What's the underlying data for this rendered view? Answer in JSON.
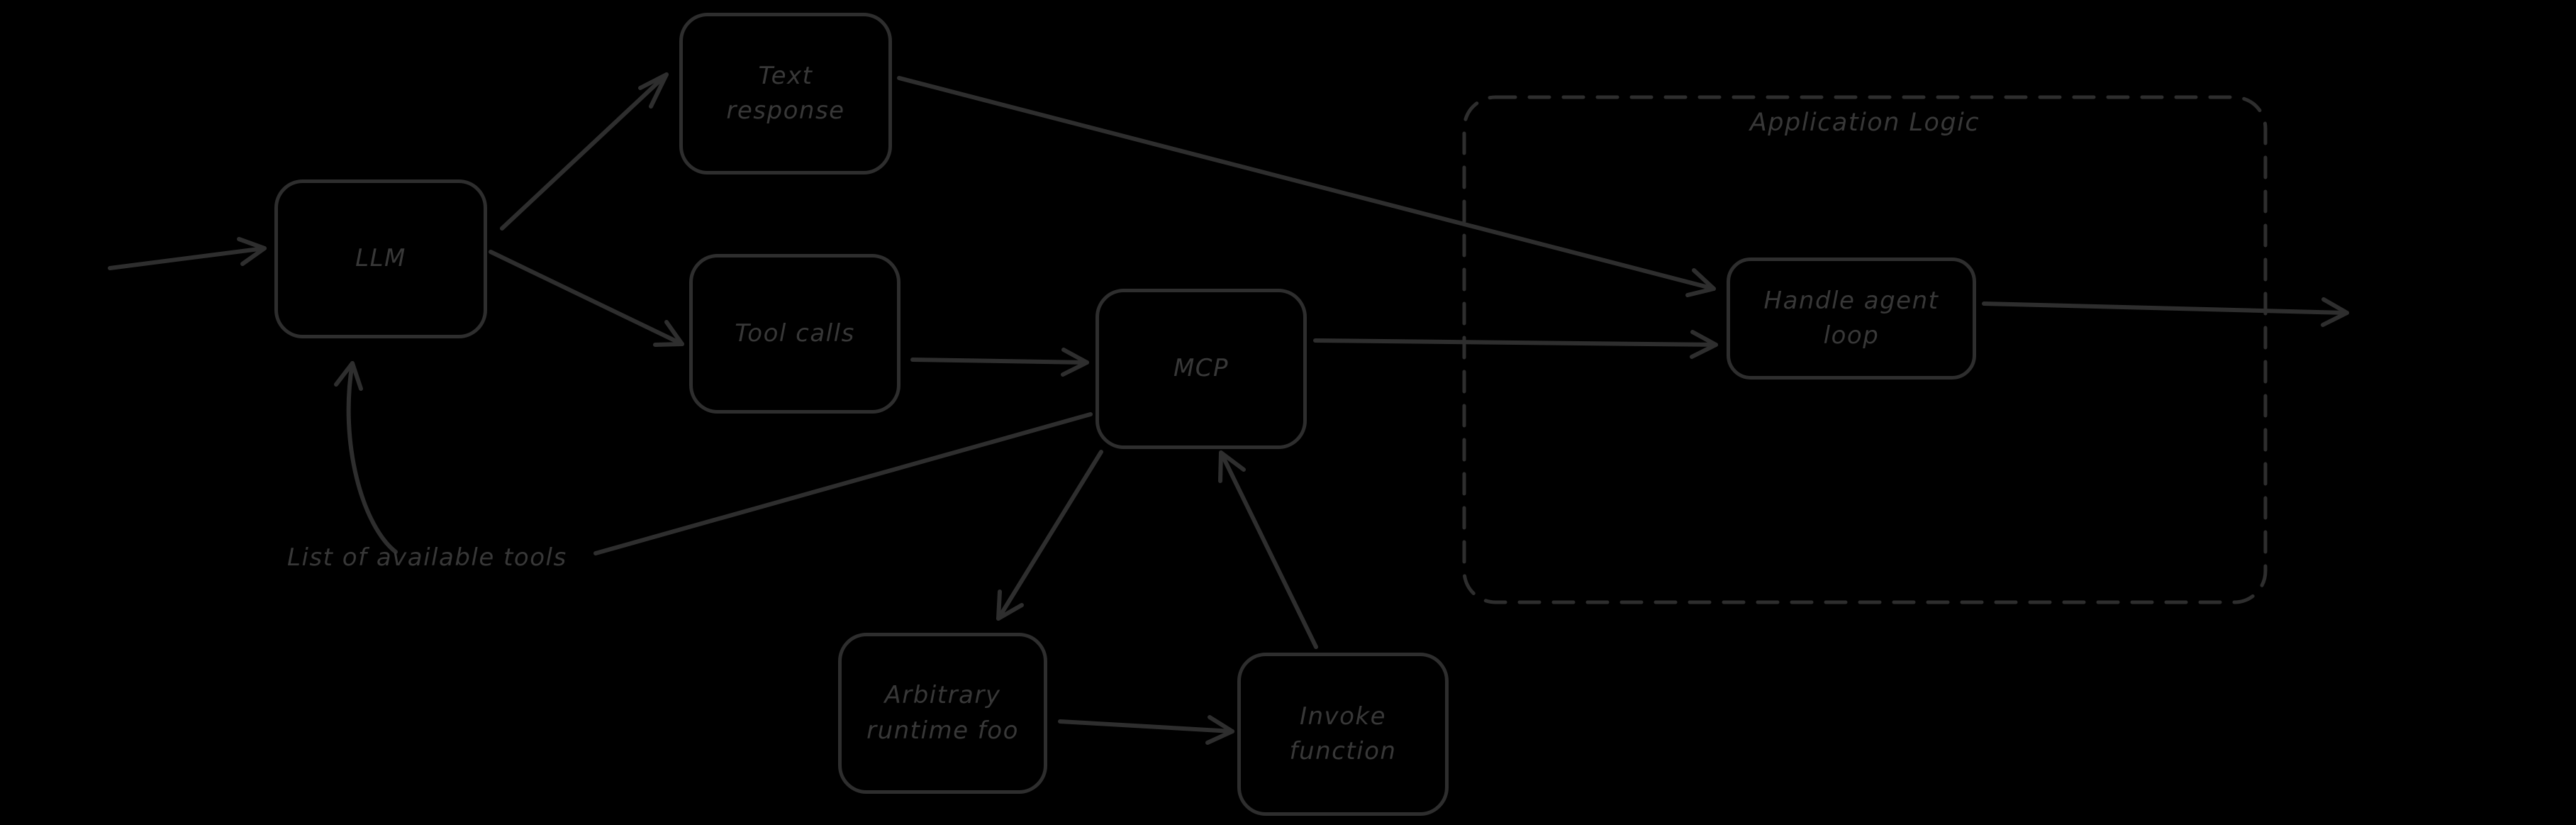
{
  "diagram": {
    "background_color": "#000000",
    "stroke_color": "#2e2e2e",
    "text_color": "#383838",
    "style": "hand-drawn flowchart, dark strokes on black canvas",
    "nodes": {
      "llm": {
        "label": "LLM"
      },
      "text_response": {
        "label": "Text\nresponse"
      },
      "tool_calls": {
        "label": "Tool calls"
      },
      "mcp": {
        "label": "MCP"
      },
      "arbitrary_runtime_foo": {
        "label": "Arbitrary\nruntime foo"
      },
      "invoke_function": {
        "label": "Invoke\nfunction"
      },
      "handle_agent_loop": {
        "label": "Handle agent\nloop"
      },
      "application_logic_group": {
        "label": "Application Logic"
      }
    },
    "annotations": {
      "list_of_available_tools": {
        "label": "List of available tools"
      }
    },
    "edges": [
      {
        "from": "external-left",
        "to": "llm",
        "arrowhead": true
      },
      {
        "from": "llm",
        "to": "text_response",
        "arrowhead": true
      },
      {
        "from": "llm",
        "to": "tool_calls",
        "arrowhead": true
      },
      {
        "from": "text_response",
        "to": "handle_agent_loop",
        "arrowhead": true
      },
      {
        "from": "tool_calls",
        "to": "mcp",
        "arrowhead": true
      },
      {
        "from": "mcp",
        "to": "handle_agent_loop",
        "arrowhead": true
      },
      {
        "from": "handle_agent_loop",
        "to": "external-right",
        "arrowhead": true
      },
      {
        "from": "mcp",
        "to": "arbitrary_runtime_foo",
        "arrowhead": true
      },
      {
        "from": "arbitrary_runtime_foo",
        "to": "invoke_function",
        "arrowhead": true
      },
      {
        "from": "invoke_function",
        "to": "mcp",
        "arrowhead": true
      },
      {
        "from": "mcp",
        "to": "list_of_available_tools",
        "arrowhead": false
      },
      {
        "from": "list_of_available_tools",
        "to": "llm",
        "arrowhead": true,
        "curved": true
      }
    ]
  }
}
